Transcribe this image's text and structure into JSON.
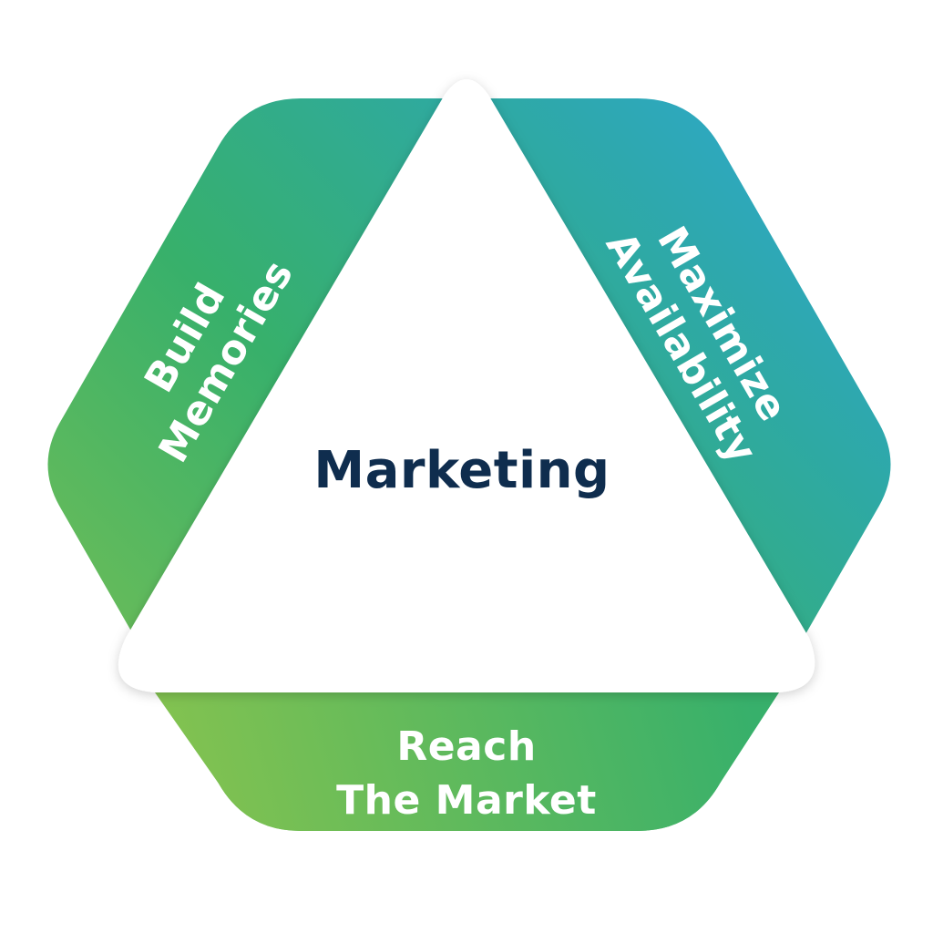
{
  "diagram": {
    "center": {
      "label": "Marketing",
      "color": "#0f2d4e"
    },
    "segments": [
      {
        "id": "left",
        "line1": "Build",
        "line2": "Memories"
      },
      {
        "id": "right",
        "line1": "Maximize",
        "line2": "Availability"
      },
      {
        "id": "bottom",
        "line1": "Reach",
        "line2": "The Market"
      }
    ],
    "colors": {
      "green_light": "#82c250",
      "green": "#37b06b",
      "teal": "#2ea9a4",
      "blue": "#2fa6d4",
      "triangle_fill": "#ffffff"
    }
  }
}
